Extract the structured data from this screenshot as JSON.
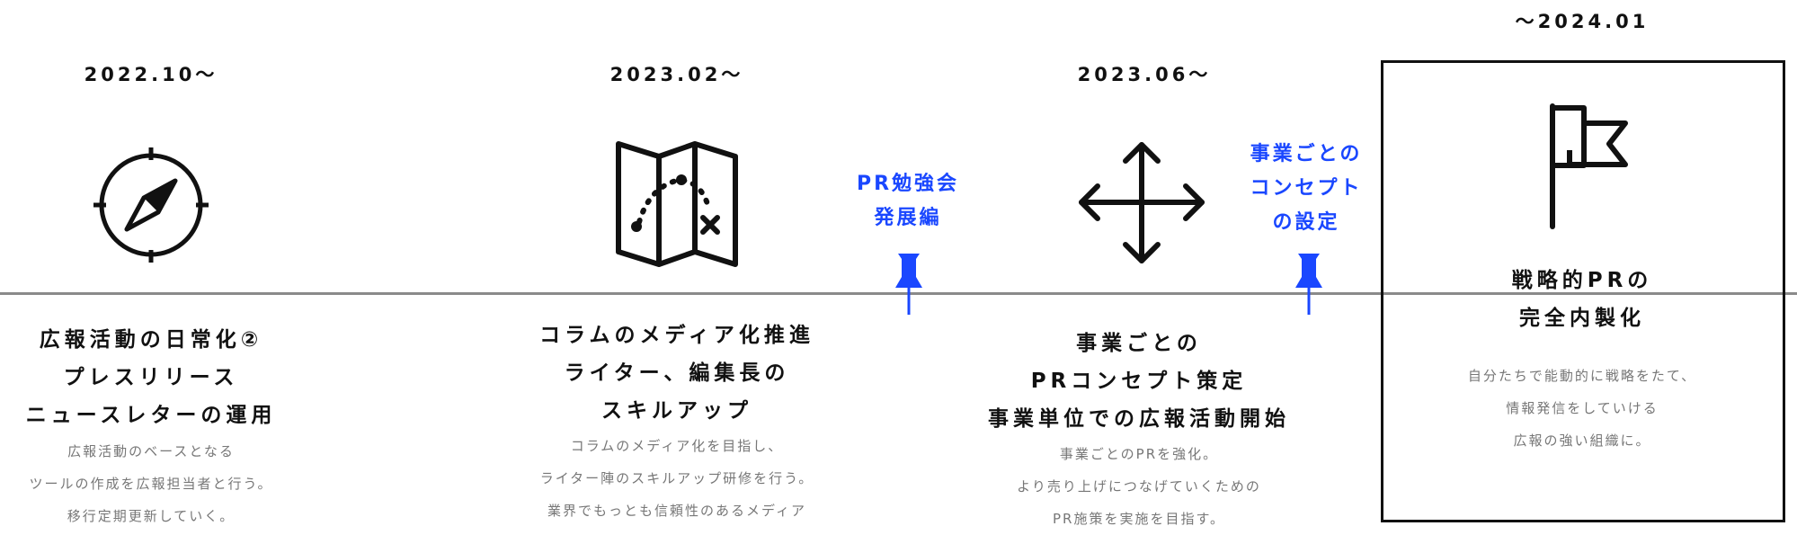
{
  "colors": {
    "text": "#111111",
    "muted": "#777777",
    "accent": "#1a47ff",
    "timeline": "#8a8a8a"
  },
  "phases": [
    {
      "date": "2022.10〜",
      "icon": "compass-icon",
      "title": [
        "広報活動の日常化②",
        "プレスリリース",
        "ニュースレターの運用"
      ],
      "description": [
        "広報活動のベースとなる",
        "ツールの作成を広報担当者と行う。",
        "移行定期更新していく。"
      ]
    },
    {
      "date": "2023.02〜",
      "icon": "map-icon",
      "title": [
        "コラムのメディア化推進",
        "ライター、編集長の",
        "スキルアップ"
      ],
      "description": [
        "コラムのメディア化を目指し、",
        "ライター陣のスキルアップ研修を行う。",
        "業界でもっとも信頼性のあるメディア"
      ]
    },
    {
      "date": "2023.06〜",
      "icon": "move-arrows-icon",
      "title": [
        "事業ごとの",
        "PRコンセプト策定",
        "事業単位での広報活動開始"
      ],
      "description": [
        "事業ごとのPRを強化。",
        "より売り上げにつなげていくための",
        "PR施策を実施を目指す。"
      ]
    },
    {
      "date": "〜2024.01",
      "icon": "flag-icon",
      "title": [
        "戦略的PRの",
        "完全内製化"
      ],
      "description": [
        "自分たちで能動的に戦略をたて、",
        "情報発信をしていける",
        "広報の強い組織に。"
      ]
    }
  ],
  "events": [
    {
      "label": [
        "PR勉強会",
        "発展編"
      ],
      "icon": "pushpin-icon"
    },
    {
      "label": [
        "事業ごとの",
        "コンセプト",
        "の設定"
      ],
      "icon": "pushpin-icon"
    }
  ]
}
